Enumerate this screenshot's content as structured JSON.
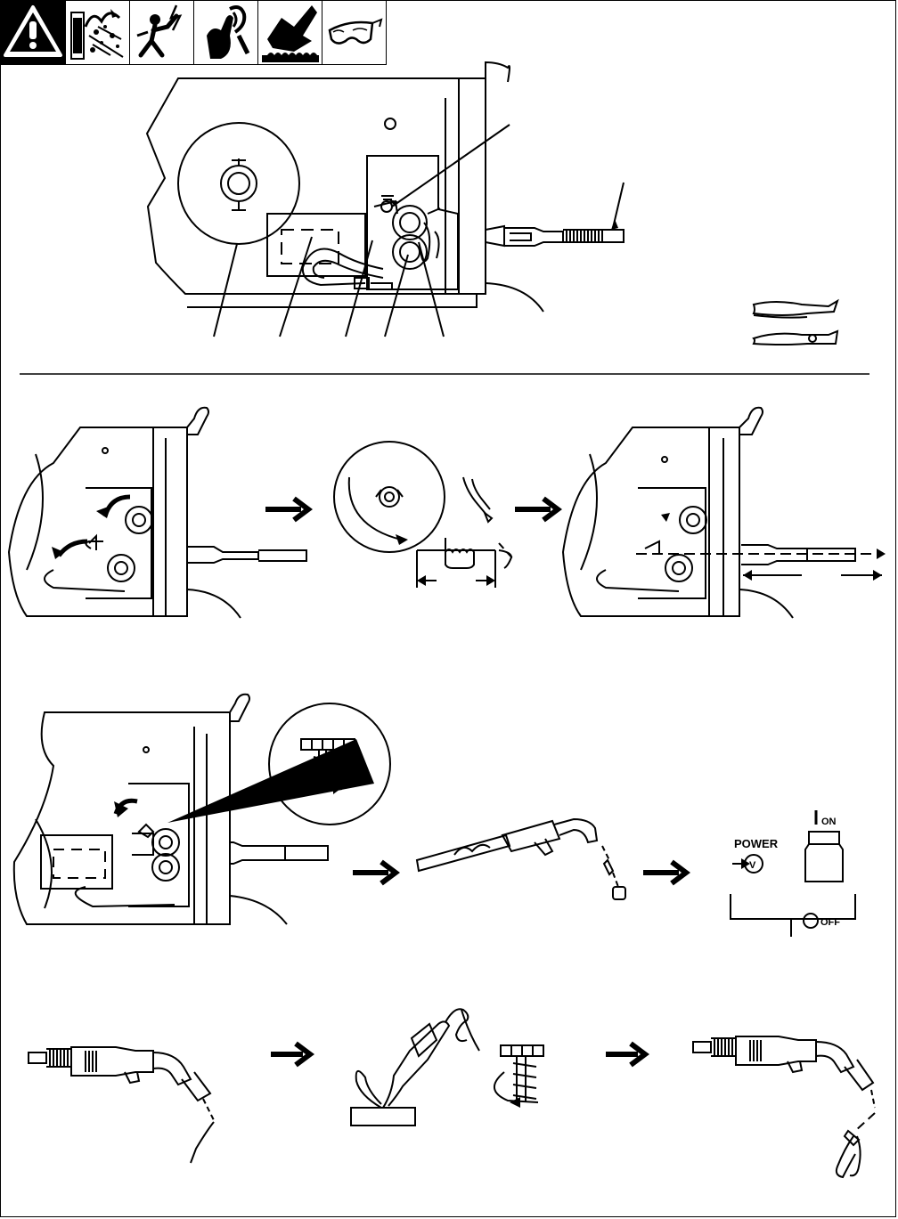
{
  "safety_symbols": [
    "warning-triangle-icon",
    "fume-spark-hazard-icon",
    "electric-shock-icon",
    "pinch-hand-icon",
    "hot-surface-hand-icon",
    "safety-glasses-icon"
  ],
  "power_switch": {
    "power_label": "POWER",
    "power_sub": "V",
    "on_label": "ON",
    "off_label": "OFF"
  }
}
